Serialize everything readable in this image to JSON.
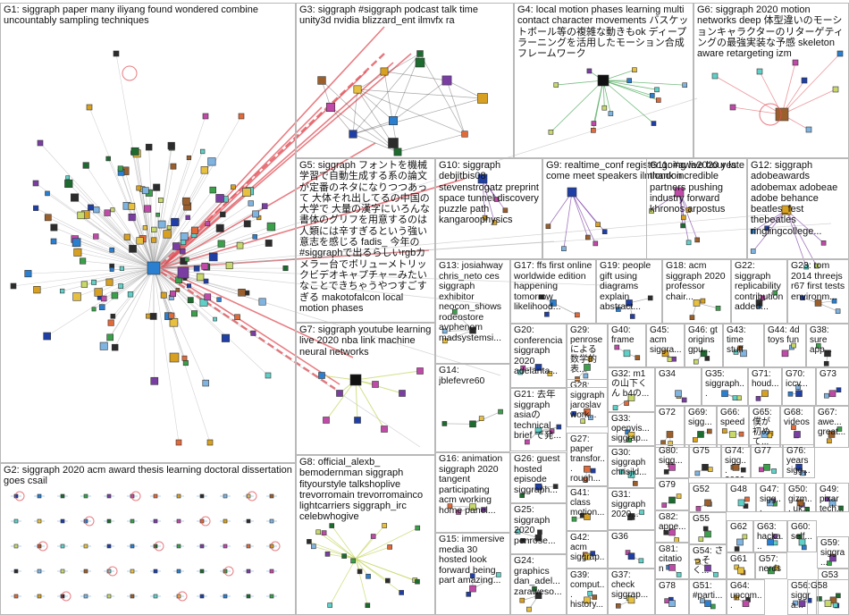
{
  "groups": [
    {
      "id": "G1",
      "label": "G1: siggraph paper many iliyang found wondered combine uncountably sampling techniques"
    },
    {
      "id": "G2",
      "label": "G2: siggraph 2020 acm award thesis learning doctoral dissertation goes csail"
    },
    {
      "id": "G3",
      "label": "G3: siggraph #siggraph podcast talk time unity3d nvidia blizzard_ent ilmvfx ra"
    },
    {
      "id": "G4",
      "label": "G4: local motion phases learning multi contact character movements バスケットボール等の複雑な動きもok ディープラーニングを活用したモーション合成フレームワーク"
    },
    {
      "id": "G5",
      "label": "G5: siggraph フォントを機械学習で自動生成する系の論文が定番のネタになりつつあって 大体それ出してるの中国の大学で 大量の漢字にいろんな書体のグリフを用意するのは人類には辛すぎるという強い意志を感じる fadis_ 今年の#siggraphで出るらしいrgbカメラー台でボリューメトリックビデオキャプチャーみたいなことできちゃうやつすごすぎる makotofalcon local motion phases"
    },
    {
      "id": "G6",
      "label": "G6: siggraph 2020 motion networks deep 体型違いのモーションキャラクターのリターゲティングの最強実装な予感 skeleton aware retargeting izm"
    },
    {
      "id": "G7",
      "label": "G7: siggraph youtube learning live 2020 nba link machine neural networks"
    },
    {
      "id": "G8",
      "label": "G8: official_alexb_ bemodernman siggraph fityourstyle talkshoplive trevorromain trevorromainco lightcarriers siggraph_irc celebwhogive"
    },
    {
      "id": "G9",
      "label": "G9: realtime_conf register going live hour late come meet speakers ilmlondon"
    },
    {
      "id": "G10",
      "label": "G10: siggraph debjitbis08 stevenstrogatz preprint space tunnel discovery puzzle path kangaroophysics"
    },
    {
      "id": "G11",
      "label": "G11: #awe2020 yes thank incredible partners pushing industry forward khronos arpostus"
    },
    {
      "id": "G12",
      "label": "G12: siggraph adobeawards adobemax adobeae adobe behance beatles_fest thebeatles ringlingcollege..."
    },
    {
      "id": "G13",
      "label": "G13: josiahway chris_neto ces siggraph exhibitor neocon_shows rodeostore avphenom madsystemsi..."
    },
    {
      "id": "G14",
      "label": "G14: jblefevre60"
    },
    {
      "id": "G15",
      "label": "G15: immersive media 30 hosted look forward being part amazing..."
    },
    {
      "id": "G16",
      "label": "G16: animation siggraph 2020 tangent participating acm working home panel..."
    },
    {
      "id": "G17",
      "label": "G17: ffs first online worldwide edition happening tomorrow likelihood..."
    },
    {
      "id": "G18",
      "label": "G18: acm siggraph 2020 professor chair..."
    },
    {
      "id": "G19",
      "label": "G19: people gift using diagrams explain abstract..."
    },
    {
      "id": "G20",
      "label": "G20: conferencia siggraph 2020 adelanta..."
    },
    {
      "id": "G21",
      "label": "G21: 去年 siggraph asiaの technical brief で発..."
    },
    {
      "id": "G22",
      "label": "G22: siggraph replicability contribution added..."
    },
    {
      "id": "G23",
      "label": "G23: tom 2014 threejs r67 first tests environm..."
    },
    {
      "id": "G24",
      "label": "G24: graphics dan_adel... zaraweso..."
    },
    {
      "id": "G25",
      "label": "G25: siggraph 2020 penrose..."
    },
    {
      "id": "G26",
      "label": "G26: guest hosted episode siggraph..."
    },
    {
      "id": "G27",
      "label": "G27: paper transfor... rough..."
    },
    {
      "id": "G28",
      "label": "G28: siggraph jaroslav work..."
    },
    {
      "id": "G29",
      "label": "G29: penrose による数学的表..."
    },
    {
      "id": "G30",
      "label": "G30: siggraph chrisjld..."
    },
    {
      "id": "G31",
      "label": "G31: siggraph 2020..."
    },
    {
      "id": "G32",
      "label": "G32: m1の山下くん b4の..."
    },
    {
      "id": "G33",
      "label": "G33: openvis... siggrap..."
    },
    {
      "id": "G34",
      "label": "G34"
    },
    {
      "id": "G35",
      "label": "G35: siggraph..."
    },
    {
      "id": "G36",
      "label": "G36"
    },
    {
      "id": "G37",
      "label": "G37: check siggrap..."
    },
    {
      "id": "G38",
      "label": "G38: sure app..."
    },
    {
      "id": "G39",
      "label": "G39: comput... history..."
    },
    {
      "id": "G40",
      "label": "G40: frame"
    },
    {
      "id": "G41",
      "label": "G41: class motion..."
    },
    {
      "id": "G42",
      "label": "G42: acm siggrap..."
    },
    {
      "id": "G43",
      "label": "G43: time stuff"
    },
    {
      "id": "G44",
      "label": "G44: 4d toys fun"
    },
    {
      "id": "G45",
      "label": "G45: acm siggra..."
    },
    {
      "id": "G46",
      "label": "G46: gt origins gpu..."
    },
    {
      "id": "G47",
      "label": "G47: sigg... eve..."
    },
    {
      "id": "G48",
      "label": "G48"
    },
    {
      "id": "G49",
      "label": "G49: pixar tech..."
    },
    {
      "id": "G50",
      "label": "G50: gizm... uk..."
    },
    {
      "id": "G51",
      "label": "G51: #parti..."
    },
    {
      "id": "G52",
      "label": "G52"
    },
    {
      "id": "G53",
      "label": "G53"
    },
    {
      "id": "G54",
      "label": "G54: さっそく..."
    },
    {
      "id": "G55",
      "label": "G55"
    },
    {
      "id": "G56",
      "label": "G56: siggra..."
    },
    {
      "id": "G57",
      "label": "G57: nerds"
    },
    {
      "id": "G58",
      "label": "G58"
    },
    {
      "id": "G59",
      "label": "G59: siggra..."
    },
    {
      "id": "G60",
      "label": "G60: self..."
    },
    {
      "id": "G61",
      "label": "G61"
    },
    {
      "id": "G62",
      "label": "G62"
    },
    {
      "id": "G63",
      "label": "G63: hacka..."
    },
    {
      "id": "G64",
      "label": "G64: upcom..."
    },
    {
      "id": "G65",
      "label": "G65: 僕が初めて..."
    },
    {
      "id": "G66",
      "label": "G66: speed"
    },
    {
      "id": "G67",
      "label": "G67: awe... great..."
    },
    {
      "id": "G68",
      "label": "G68: videos"
    },
    {
      "id": "G69",
      "label": "G69: sigg..."
    },
    {
      "id": "G70",
      "label": "G70: iccv..."
    },
    {
      "id": "G71",
      "label": "G71: houd..."
    },
    {
      "id": "G72",
      "label": "G72"
    },
    {
      "id": "G73",
      "label": "G73"
    },
    {
      "id": "G74",
      "label": "G74: sigg... 2020..."
    },
    {
      "id": "G75",
      "label": "G75"
    },
    {
      "id": "G76",
      "label": "G76: years sigg..."
    },
    {
      "id": "G77",
      "label": "G77"
    },
    {
      "id": "G78",
      "label": "G78"
    },
    {
      "id": "G79",
      "label": "G79"
    },
    {
      "id": "G80",
      "label": "G80: sigg..."
    },
    {
      "id": "G81",
      "label": "G81: citation"
    },
    {
      "id": "G82",
      "label": "G82: appe..."
    }
  ],
  "colors": {
    "edge": "#a8a8a8",
    "edge_strong": "#e0525a",
    "border": "#b9b9b9",
    "node_palette": [
      "#1f3fa6",
      "#2a7fd0",
      "#1d6b2e",
      "#3aa04a",
      "#7a3ea3",
      "#c04aa8",
      "#e06a3a",
      "#d8a020",
      "#2c2c2c",
      "#7fb3e0",
      "#c8d86a",
      "#9b5f2c",
      "#5fd0c8",
      "#e8c040"
    ]
  },
  "icons": {
    "node": "avatar-node",
    "hub": "hub-avatar-node",
    "self_loop": "self-loop-edge"
  }
}
